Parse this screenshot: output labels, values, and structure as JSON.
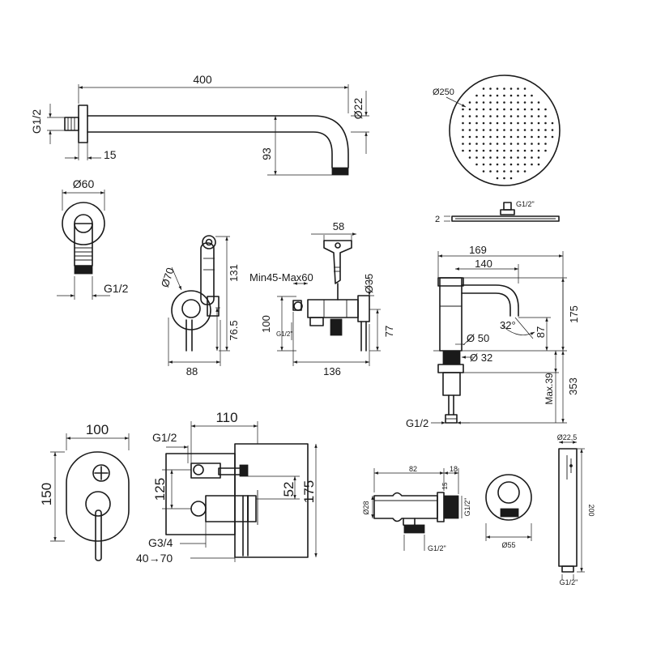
{
  "shower_arm": {
    "length": "400",
    "diameter": "Ø22",
    "thread": "G1/2",
    "flange_depth": "15",
    "drop": "93"
  },
  "wall_flange": {
    "diameter": "Ø60",
    "thread": "G1/2"
  },
  "shower_head": {
    "diameter": "Ø250",
    "thread": "G1/2\"",
    "thickness": "2"
  },
  "bidet_valve_side": {
    "diameter": "Ø70",
    "height": "131",
    "center_height": "76.5",
    "width": "88"
  },
  "bidet_valve_front": {
    "top_width": "58",
    "wall_range": "Min45-Max60",
    "diameter": "Ø35",
    "height": "100",
    "thread": "G1/2\"",
    "center_height": "77",
    "width": "136"
  },
  "basin_mixer": {
    "total_length": "169",
    "spout_length": "140",
    "height": "175",
    "body_diameter": "Ø 50",
    "angle": "32°",
    "spout_height": "87",
    "base_diameter": "Ø 32",
    "deck_max": "Max.39",
    "tail_length": "353",
    "thread": "G1/2"
  },
  "concealed_mixer": {
    "plate_width": "100",
    "plate_height": "150",
    "box_width": "110",
    "thread_top": "G1/2",
    "center_height": "125",
    "box_depth_inner": "52",
    "box_height": "175",
    "thread_bottom": "G3/4",
    "wall_range": "40→70"
  },
  "wall_outlet": {
    "length": "82",
    "flange_depth": "18",
    "flange_thickness": "15",
    "diameter": "Ø28",
    "thread_side": "G1/2\"",
    "thread_bottom": "G1/2\"",
    "front_diameter": "Ø55"
  },
  "hand_shower": {
    "diameter": "Ø22,5",
    "length": "200",
    "thread": "G1/2\""
  }
}
